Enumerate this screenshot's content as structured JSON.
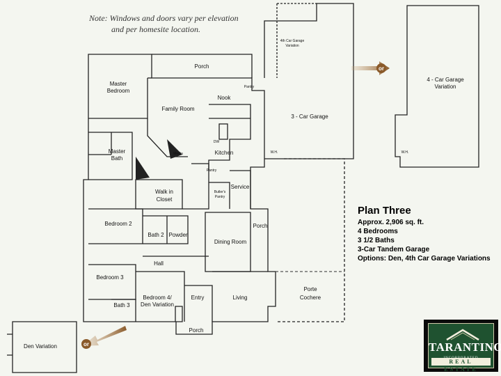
{
  "note": {
    "line1": "Note: Windows and doors vary per elevation",
    "line2": "and per homesite location."
  },
  "rooms": {
    "porch_top": "Porch",
    "master_bedroom_1": "Master",
    "master_bedroom_2": "Bedroom",
    "nook": "Nook",
    "family_room": "Family Room",
    "pantry": "Pantry",
    "master_bath_1": "Master",
    "master_bath_2": "Bath",
    "kitchen": "Kitchen",
    "dw": "DW",
    "media": "Media",
    "pantry2": "Pantry",
    "service": "Service",
    "walk_in_closet_1": "Walk in",
    "walk_in_closet_2": "Closet",
    "butlers_pantry_1": "Butler's",
    "butlers_pantry_2": "Pantry",
    "bedroom_2": "Bedroom 2",
    "bath_2": "Bath 2",
    "powder": "Powder",
    "dining_room": "Dining Room",
    "porch_side": "Porch",
    "hall": "Hall",
    "bedroom_3": "Bedroom 3",
    "bath_3": "Bath 3",
    "bedroom_4_1": "Bedroom 4/",
    "bedroom_4_2": "Den Variation",
    "entry": "Entry",
    "living": "Living",
    "porch_bottom": "Porch",
    "porte_cochere_1": "Porte",
    "porte_cochere_2": "Cochere",
    "garage_3car": "3 - Car Garage",
    "garage_4th_var_1": "4th Car Garage",
    "garage_4th_var_2": "Variation",
    "garage_4car_1": "4 - Car Garage",
    "garage_4car_2": "Variation",
    "wh": "W.H.",
    "wh2": "W.H.",
    "den_variation": "Den Variation",
    "or_top": "or",
    "or_bottom": "or"
  },
  "plan": {
    "title": "Plan Three",
    "details": [
      "Approx. 2,906 sq. ft.",
      "4 Bedrooms",
      "3 1/2 Baths",
      "3-Car Tandem Garage",
      "Options: Den, 4th Car Garage Variations"
    ]
  },
  "logo": {
    "name": "TARANTINO",
    "sub": "INCORPORATED",
    "band": "REAL ESTATE"
  },
  "colors": {
    "background": "#f4f6f0",
    "wall": "#222222",
    "arrow": "#9a6a3a",
    "logo_green": "#1f5230"
  }
}
